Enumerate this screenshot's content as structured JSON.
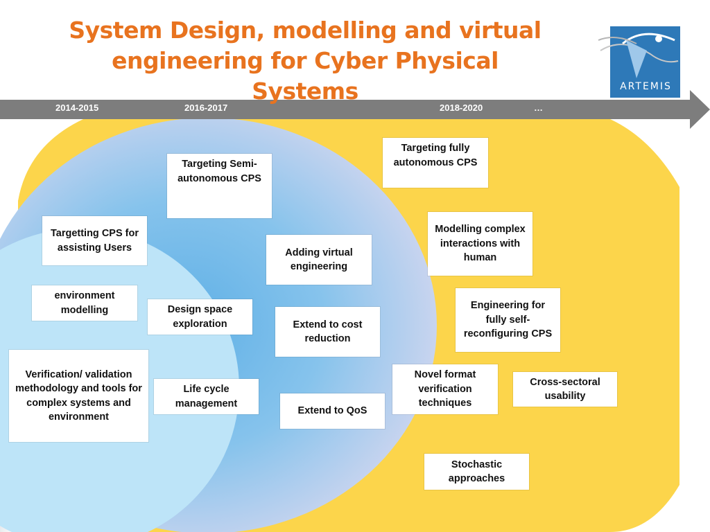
{
  "title": {
    "line1": "System Design, modelling and virtual",
    "line2": "engineering for Cyber Physical Systems"
  },
  "logo": {
    "text": "ARTEMIS"
  },
  "timeline": {
    "labels": [
      "2014-2015",
      "2016-2017",
      "2018-2020",
      "…"
    ]
  },
  "colors": {
    "title": "#e8731f",
    "timeline": "#7d7d7d",
    "outer_yellow": "#fcd54b",
    "mid_blue": "#6cb4e4",
    "inner_blue": "#bfe3f7",
    "logo_blue": "#2e79b8"
  },
  "boxes": {
    "targeting_semi": "Targeting Semi-autonomous CPS",
    "targeting_fully": "Targeting fully autonomous CPS",
    "targetting_assisting": "Targetting CPS for assisting Users",
    "adding_virtual": "Adding virtual engineering",
    "modelling_complex": "Modelling complex interactions with human",
    "environment_modelling": "environment modelling",
    "design_space": "Design space exploration",
    "extend_cost": "Extend to cost reduction",
    "engineering_self": "Engineering for fully self-reconfiguring CPS",
    "verification": "Verification/ validation methodology and tools for complex systems and environment",
    "life_cycle": "Life cycle management",
    "novel_format": "Novel format verification techniques",
    "cross_sectoral": "Cross-sectoral usability",
    "extend_qos": "Extend to QoS",
    "stochastic": "Stochastic approaches"
  }
}
